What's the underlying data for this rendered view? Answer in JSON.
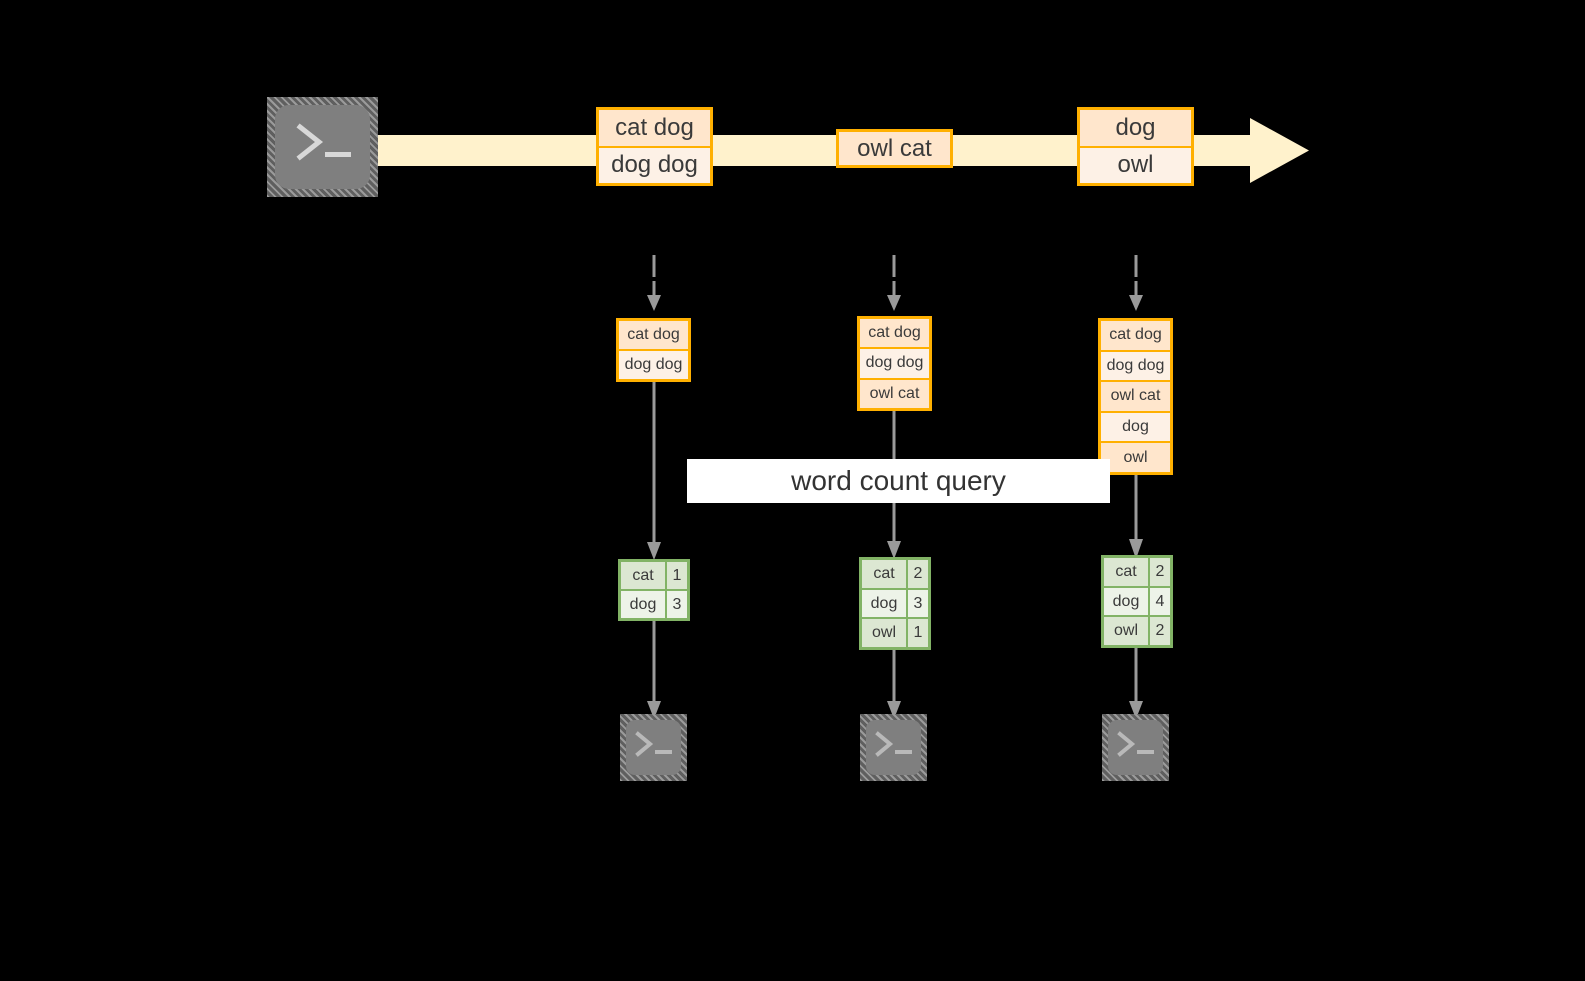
{
  "diagram": {
    "title_label": "word count query",
    "colors": {
      "background": "#000000",
      "stream_arrow_fill": "#FFF2CC",
      "record_border": "#FFB000",
      "record_fill_dark": "#FFE6CC",
      "record_fill_light": "#FDF1E6",
      "result_border": "#82B366",
      "result_fill_dark": "#DCE7D2",
      "result_fill_light": "#EDF3E8",
      "connector_gray": "#9A9A9A",
      "terminal_gray": "#7F7F7F",
      "label_bg": "#FFFFFF",
      "text": "#3A3A3A"
    },
    "source_terminal": {
      "icon": "terminal-prompt-icon",
      "glyph": ">_"
    },
    "stream": {
      "icon": "right-arrow-icon",
      "batches": [
        {
          "name": "batch-1",
          "lines": [
            {
              "text": "cat dog",
              "shade": "dark"
            },
            {
              "text": "dog dog",
              "shade": "light"
            }
          ]
        },
        {
          "name": "batch-2",
          "lines": [
            {
              "text": "owl cat",
              "shade": "dark"
            }
          ]
        },
        {
          "name": "batch-3",
          "lines": [
            {
              "text": "dog",
              "shade": "dark"
            },
            {
              "text": "owl",
              "shade": "light"
            }
          ]
        }
      ]
    },
    "columns": [
      {
        "name": "column-1",
        "accumulated": {
          "lines": [
            {
              "text": "cat dog",
              "shade": "dark"
            },
            {
              "text": "dog dog",
              "shade": "light"
            }
          ]
        },
        "result": {
          "rows": [
            {
              "word": "cat",
              "count": "1",
              "shade": "dark"
            },
            {
              "word": "dog",
              "count": "3",
              "shade": "light"
            }
          ]
        },
        "sink_terminal": {
          "icon": "terminal-prompt-icon",
          "glyph": ">_"
        }
      },
      {
        "name": "column-2",
        "accumulated": {
          "lines": [
            {
              "text": "cat dog",
              "shade": "dark"
            },
            {
              "text": "dog dog",
              "shade": "light"
            },
            {
              "text": "owl cat",
              "shade": "dark"
            }
          ]
        },
        "result": {
          "rows": [
            {
              "word": "cat",
              "count": "2",
              "shade": "dark"
            },
            {
              "word": "dog",
              "count": "3",
              "shade": "light"
            },
            {
              "word": "owl",
              "count": "1",
              "shade": "dark"
            }
          ]
        },
        "sink_terminal": {
          "icon": "terminal-prompt-icon",
          "glyph": ">_"
        }
      },
      {
        "name": "column-3",
        "accumulated": {
          "lines": [
            {
              "text": "cat dog",
              "shade": "dark"
            },
            {
              "text": "dog dog",
              "shade": "light"
            },
            {
              "text": "owl cat",
              "shade": "dark"
            },
            {
              "text": "dog",
              "shade": "light"
            },
            {
              "text": "owl",
              "shade": "dark"
            }
          ]
        },
        "result": {
          "rows": [
            {
              "word": "cat",
              "count": "2",
              "shade": "dark"
            },
            {
              "word": "dog",
              "count": "4",
              "shade": "light"
            },
            {
              "word": "owl",
              "count": "2",
              "shade": "dark"
            }
          ]
        },
        "sink_terminal": {
          "icon": "terminal-prompt-icon",
          "glyph": ">_"
        }
      }
    ]
  }
}
